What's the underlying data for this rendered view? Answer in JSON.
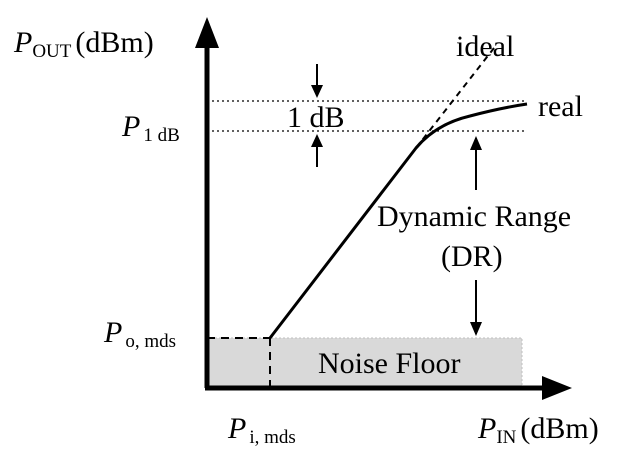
{
  "axes": {
    "y_symbol": "P",
    "y_subscript": "OUT",
    "y_unit": "(dBm)",
    "x_symbol": "P",
    "x_subscript": "IN",
    "x_unit": "(dBm)"
  },
  "labels": {
    "p1db_symbol": "P",
    "p1db_subscript": "1 dB",
    "po_mds_symbol": "P",
    "po_mds_subscript": "o, mds",
    "pi_mds_symbol": "P",
    "pi_mds_subscript": "i, mds",
    "ideal": "ideal",
    "real": "real",
    "one_db": "1 dB",
    "dynamic_range_line1": "Dynamic Range",
    "dynamic_range_line2": "(DR)",
    "noise_floor": "Noise Floor"
  },
  "colors": {
    "noise_floor_fill": "#d9d9d9",
    "line": "#000000",
    "background": "#ffffff"
  }
}
